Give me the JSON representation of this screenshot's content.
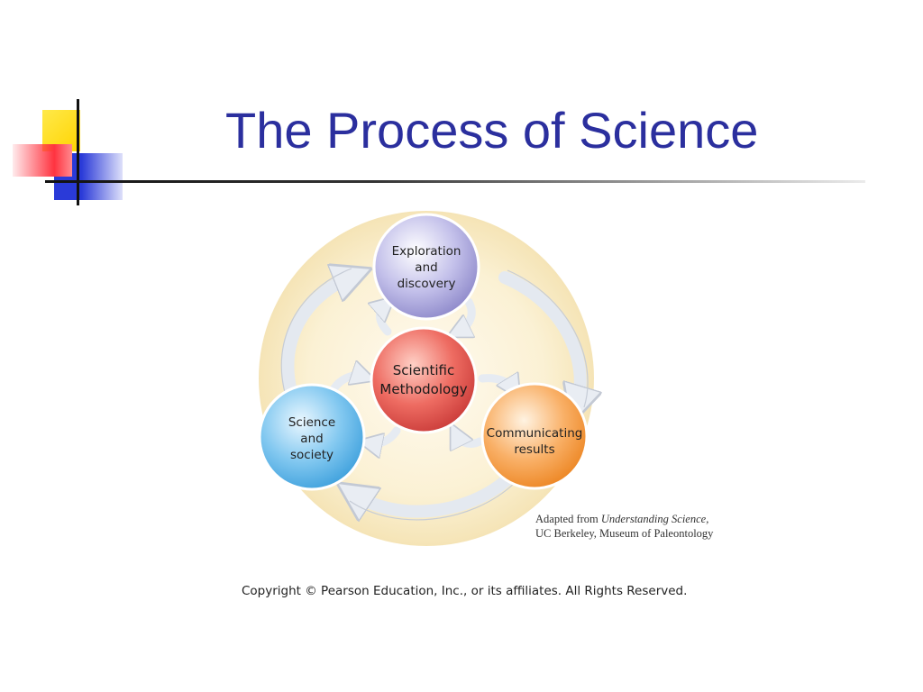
{
  "title": "The Process of Science",
  "diagram": {
    "center": {
      "lines": [
        "Scientific",
        "Methodology"
      ],
      "color": "#e8504f"
    },
    "nodes": [
      {
        "id": "exploration",
        "lines": [
          "Exploration",
          "and",
          "discovery"
        ],
        "color": "#9f9bd6"
      },
      {
        "id": "communicating",
        "lines": [
          "Communicating",
          "results"
        ],
        "color": "#f5953a"
      },
      {
        "id": "society",
        "lines": [
          "Science",
          "and",
          "society"
        ],
        "color": "#4fb0e6"
      }
    ]
  },
  "source_note": {
    "prefix": "Adapted from ",
    "work": "Understanding Science,",
    "line2": "UC Berkeley, Museum of Paleontology"
  },
  "copyright": "Copyright © Pearson Education, Inc., or its affiliates.  All Rights Reserved.",
  "colors": {
    "title": "#2b2f9e",
    "backdrop": "#f8ecc6"
  }
}
